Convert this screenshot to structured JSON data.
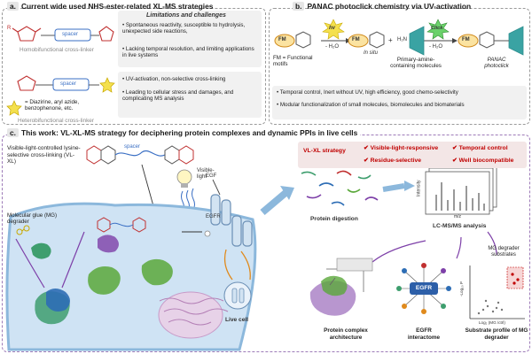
{
  "panel_a": {
    "badge": "a.",
    "title": "Current wide used NHS-ester-related XL-MS strategies",
    "limitations_title": "Limitations and challenges",
    "bullets_top": [
      "Spontaneous reactivity, susceptible to hydrolysis, unexpected side reactions,",
      "Lacking temporal resolution, and limiting applications in live systems"
    ],
    "bullets_bottom": [
      "UV-activation, non-selective cross-linking",
      "Leading to cellular stress and damages, and complicating MS analysis"
    ],
    "spacer_label": "spacer",
    "homobifunctional_label": "Homobifunctional cross-linker",
    "heterobifunctional_label": "Heterobifunctional cross-linker",
    "r_label": "R",
    "star_legend": "= Diazirine, aryl azide, benzophenone, etc."
  },
  "panel_b": {
    "badge": "b.",
    "title": "PANAC photoclick chemistry via UV-activation",
    "fm_label": "FM",
    "hv_label": "hv",
    "minus_h2o_1": "- H₂O",
    "insitu_label": "In situ",
    "plus_label": "+",
    "amine_label": "H₂N",
    "click_label": "Click",
    "minus_h2o_2": "- H₂O",
    "fm_def": "FM = Functional motifs",
    "primary_amine_label": "Primary-amine-containing molecules",
    "panac_label": "PANAC photoclick",
    "bullets": [
      "Temporal control, Inert without UV, high efficiency, good chemo-selectivity",
      "Modular functionalization of small molecules, biomolecules and biomaterials"
    ]
  },
  "panel_c": {
    "badge": "c.",
    "title": "This work: VL-XL-MS strategy for deciphering protein complexes and dynamic PPIs in live cells",
    "vlxl_desc": "Visible-light-controlled lysine-selective cross-linking (VL-XL)",
    "spacer_label": "spacer",
    "visible_light": "Visible-light",
    "strategy_title": "VL-XL strategy",
    "features": [
      "Visible-light-responsive",
      "Temporal control",
      "Residue-selective",
      "Well biocompatible"
    ],
    "molecular_glue": "Molecular glue (MG) degrader",
    "egf": "EGF",
    "egfr": "EGFR",
    "live_cell": "Live cell",
    "protein_digestion": "Protein digestion",
    "lcms": "LC-MS/MS analysis",
    "intensity": "Intensity",
    "mz": "m/z",
    "mg_substrates": "MG degrader substrates",
    "volcano_y": "-Log₁₀ P",
    "volcano_x": "Log₂ (MG /ctrl)",
    "protein_complex": "Protein complex architecture",
    "egfr_interactome": "EGFR interactome",
    "substrate_profile": "Substrate profile of MG degrader",
    "egfr_box": "EGFR"
  },
  "colors": {
    "red": "#c00000",
    "teal": "#2f8f8f",
    "blue": "#3a6fc4",
    "green": "#5aa83a",
    "purple": "#7d3fa8",
    "yellow": "#f4e04d",
    "gray_header": "#e6e6e6"
  },
  "icons": [
    "checkmark-icon",
    "lightbulb-icon",
    "star-icon",
    "cell-icon",
    "spectrum-icon",
    "volcano-plot-icon",
    "network-icon"
  ]
}
